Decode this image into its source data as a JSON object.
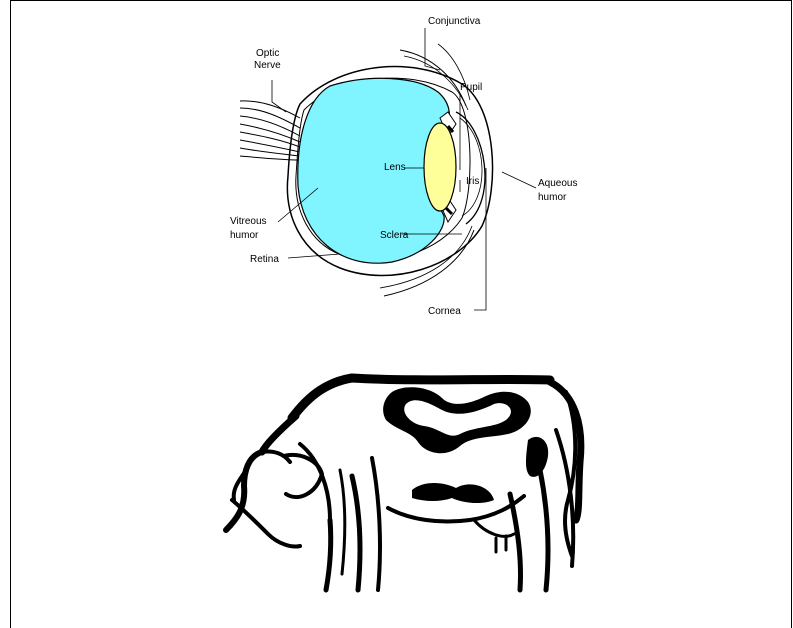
{
  "eye_labels": {
    "conjunctiva": "Conjunctiva",
    "optic": "Optic",
    "nerve": "Nerve",
    "pupil": "Pupil",
    "lens": "Lens",
    "iris": "Iris",
    "aqueous": "Aqueous",
    "humor_aq": "humor",
    "vitreous": "Vitreous",
    "humor_vit": "humor",
    "sclera": "Sclera",
    "retina": "Retina",
    "cornea": "Cornea"
  },
  "colors": {
    "vitreous_fill": "#80f4ff",
    "lens_fill": "#ffff99",
    "line": "#000000",
    "background": "#ffffff"
  }
}
